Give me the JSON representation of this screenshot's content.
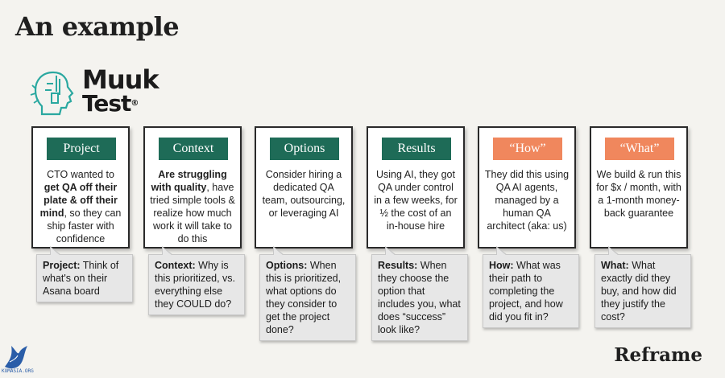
{
  "title": "An example",
  "logo": {
    "line1": "Muuk",
    "line2": "Test",
    "mark": "®"
  },
  "cards": [
    {
      "tag": "Project",
      "tag_color": "#1e6b57",
      "body": [
        {
          "t": "CTO wanted to "
        },
        {
          "t": "get QA off their plate & off their mind",
          "b": true
        },
        {
          "t": ", so they can ship faster with confidence"
        }
      ],
      "callout": [
        {
          "t": "Project:",
          "b": true
        },
        {
          "t": " Think of what's on their Asana board"
        }
      ]
    },
    {
      "tag": "Context",
      "tag_color": "#1e6b57",
      "body": [
        {
          "t": "Are struggling with quality",
          "b": true
        },
        {
          "t": ", have tried simple tools & realize how much work it will take to do this"
        }
      ],
      "callout": [
        {
          "t": "Context:",
          "b": true
        },
        {
          "t": " Why is this prioritized, vs. everything else they COULD do?"
        }
      ]
    },
    {
      "tag": "Options",
      "tag_color": "#1e6b57",
      "body": [
        {
          "t": "Consider hiring a dedicated QA team, outsourcing, or leveraging AI"
        }
      ],
      "callout": [
        {
          "t": "Options:",
          "b": true
        },
        {
          "t": " When this is prioritized, what options do they consider to get the project done?"
        }
      ]
    },
    {
      "tag": "Results",
      "tag_color": "#1e6b57",
      "body": [
        {
          "t": "Using AI, they got QA under control in a few weeks, for ½ the cost of an in-house hire"
        }
      ],
      "callout": [
        {
          "t": "Results:",
          "b": true
        },
        {
          "t": " When they choose the option that includes you, what does “success” look like?"
        }
      ]
    },
    {
      "tag": "“How”",
      "tag_color": "#f0875d",
      "body": [
        {
          "t": "They did this using QA AI agents, managed by a human QA architect (aka: us)"
        }
      ],
      "callout": [
        {
          "t": "How:",
          "b": true
        },
        {
          "t": " What was their path to completing the project, and how did you fit in?"
        }
      ]
    },
    {
      "tag": "“What”",
      "tag_color": "#f0875d",
      "body": [
        {
          "t": "We build & run this for $x / month, with a 1-month money-back guarantee"
        }
      ],
      "callout": [
        {
          "t": "What:",
          "b": true
        },
        {
          "t": " What exactly did they buy, and how did they justify the cost?"
        }
      ]
    }
  ],
  "footer": {
    "brand": "Reframe",
    "watermark": "KOMASIA.ORG"
  },
  "icons": {
    "logo": "robot-face-icon",
    "watermark": "eagle-icon"
  }
}
